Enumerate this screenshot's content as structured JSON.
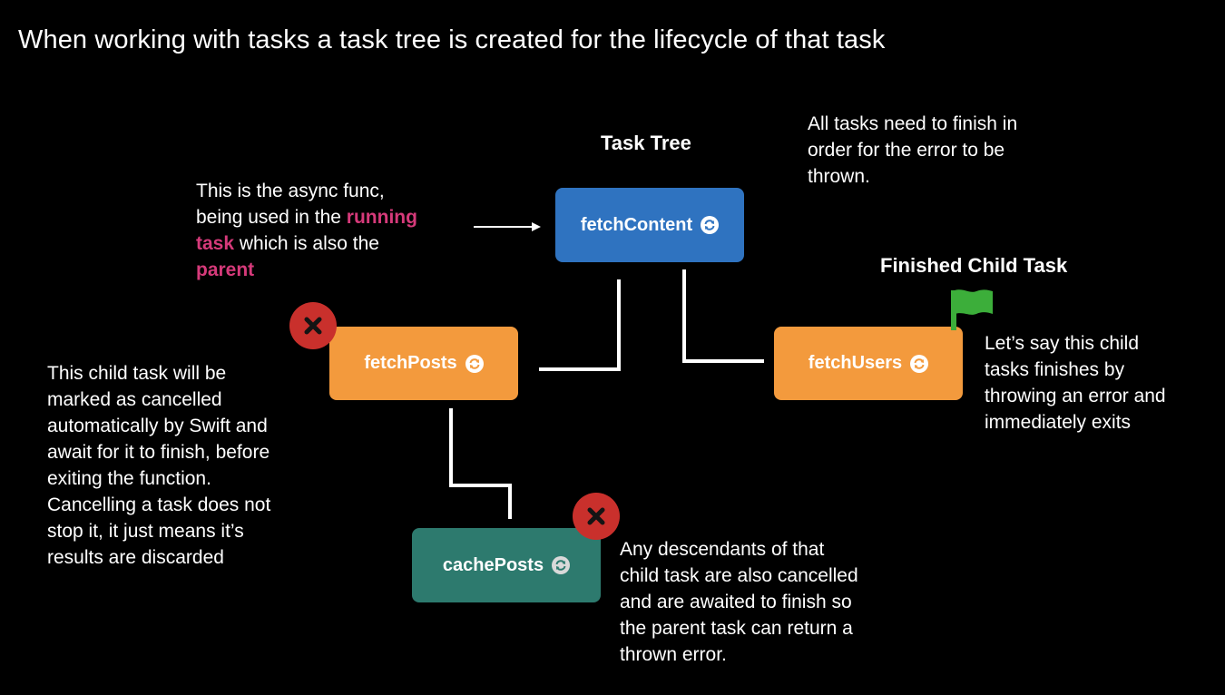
{
  "slide": {
    "title": "When working with tasks a task tree is created for the lifecycle of that task"
  },
  "headings": {
    "task_tree": "Task Tree",
    "finished_child": "Finished Child Task"
  },
  "nodes": {
    "fetch_content": {
      "label": "fetchContent",
      "color": "#2f73c0"
    },
    "fetch_posts": {
      "label": "fetchPosts",
      "color": "#f39a3d"
    },
    "fetch_users": {
      "label": "fetchUsers",
      "color": "#f39a3d"
    },
    "cache_posts": {
      "label": "cachePosts",
      "color": "#2d7a6e"
    }
  },
  "notes": {
    "parent": {
      "line1": "This is the async func,",
      "line2_pre": "being used in the ",
      "line2_hl": "running",
      "line3_hl": "task",
      "line3_post": " which is also the",
      "line4_hl": "parent"
    },
    "all_tasks": {
      "line1": "All tasks need to finish in",
      "line2": "order for the error to be",
      "line3": "thrown."
    },
    "cancelled_child": {
      "line1": "This child task will be",
      "line2": "marked as cancelled",
      "line3": "automatically by Swift and",
      "line4": "await for it to finish, before",
      "line5": "exiting the function.",
      "line6": "Cancelling a task does not",
      "line7": "stop it, it just means it’s",
      "line8": "results are discarded"
    },
    "finished_child": {
      "line1": "Let’s say this child",
      "line2": "tasks finishes by",
      "line3": "throwing an error and",
      "line4": "immediately exits"
    },
    "descendants": {
      "line1": "Any descendants of that",
      "line2": "child task are also cancelled",
      "line3": "and are awaited to finish so",
      "line4": "the parent task can return a",
      "line5": "thrown error."
    }
  },
  "icons": {
    "cancel": "x-circle-icon",
    "flag": "flag-icon",
    "spin": "refresh-icon",
    "highlight_color": "#d63a7a",
    "cancel_color": "#c9302c",
    "flag_color": "#3cae3a"
  }
}
